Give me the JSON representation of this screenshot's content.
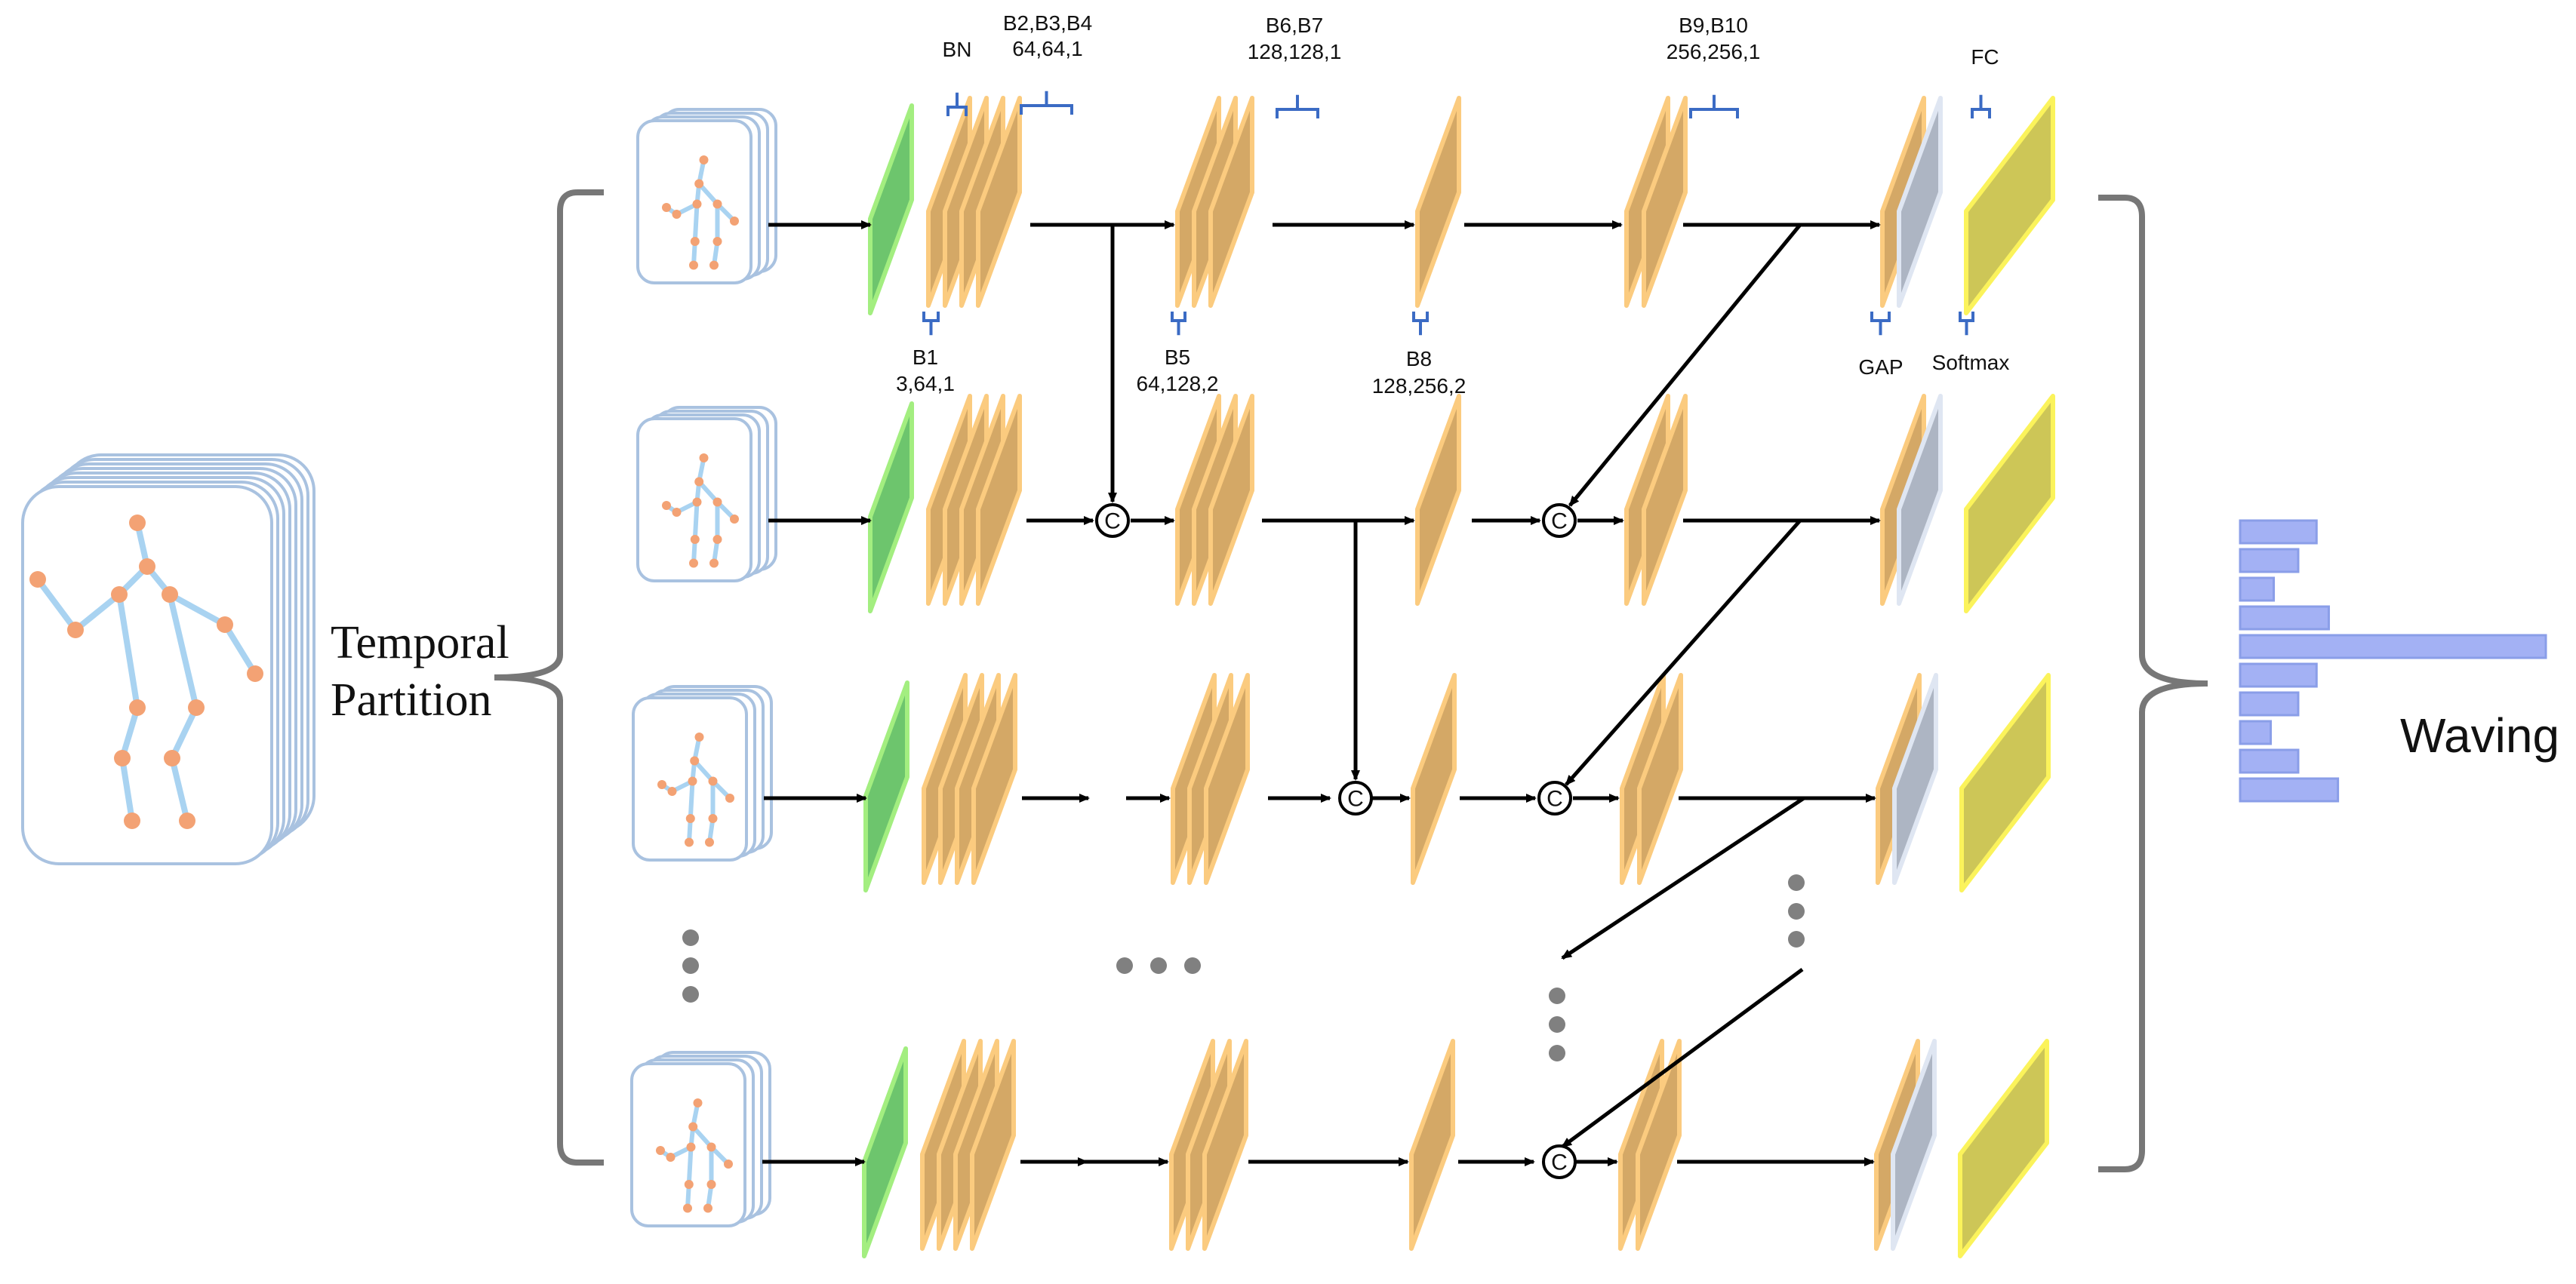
{
  "labels": {
    "temporal_line1": "Temporal",
    "temporal_line2": "Partition",
    "output_class": "Waving",
    "concat_symbol": "C",
    "bn": "BN",
    "b1_name": "B1",
    "b1_dims": "3,64,1",
    "b234_name": "B2,B3,B4",
    "b234_dims": "64,64,1",
    "b5_name": "B5",
    "b5_dims": "64,128,2",
    "b67_name": "B6,B7",
    "b67_dims": "128,128,1",
    "b8_name": "B8",
    "b8_dims": "128,256,2",
    "b910_name": "B9,B10",
    "b910_dims": "256,256,1",
    "gap": "GAP",
    "softmax": "Softmax",
    "fc": "FC"
  },
  "output_scores": [
    0.25,
    0.19,
    0.11,
    0.29,
    1.0,
    0.25,
    0.19,
    0.1,
    0.19,
    0.32
  ],
  "colors": {
    "bn_fill": "#6dc56d",
    "bn_edge": "#a3ee80",
    "block_fill": "#d4a866",
    "block_edge": "#fbcb7f",
    "gap_fill": "#adb5c3",
    "gap_edge": "#dfe6f2",
    "fc_fill": "#cdc657",
    "fc_edge": "#fbf35b",
    "skeleton_bone": "#a9d3f1",
    "skeleton_joint": "#f3a274",
    "frame_border": "#a9c2e0",
    "bracket": "#777777",
    "brace_label": "#3b6bc4",
    "histogram_fill": "#a3b1f4",
    "histogram_edge": "#8a9ee8",
    "dots": "#808080",
    "arrow": "#000000"
  }
}
